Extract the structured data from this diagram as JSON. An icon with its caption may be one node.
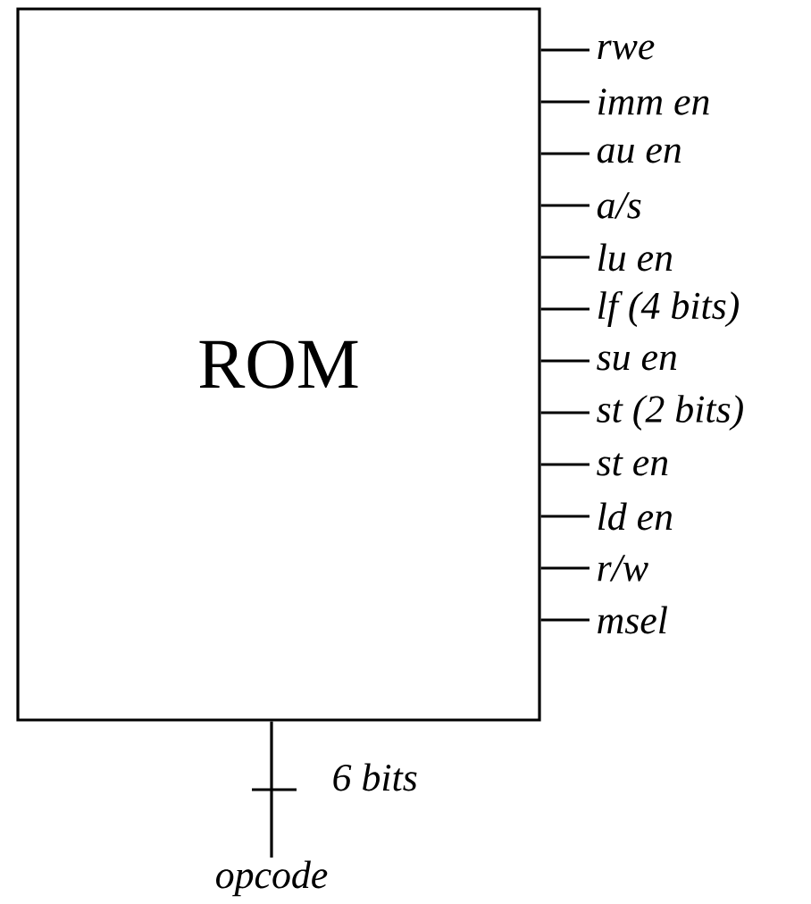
{
  "diagram": {
    "nodes": [
      {
        "text": [
          "ROM"
        ]
      },
      {
        "text": [
          "rwe"
        ]
      },
      {
        "text": [
          "imm en"
        ]
      },
      {
        "text": [
          "au en"
        ]
      },
      {
        "text": [
          "a/s"
        ]
      },
      {
        "text": [
          "lu en"
        ]
      },
      {
        "text": [
          "lf (4 bits)"
        ]
      },
      {
        "text": [
          "su en"
        ]
      },
      {
        "text": [
          "st (2 bits)"
        ]
      },
      {
        "text": [
          "st en"
        ]
      },
      {
        "text": [
          "ld en"
        ]
      },
      {
        "text": [
          "r/w"
        ]
      },
      {
        "text": [
          "msel"
        ]
      },
      {
        "text": [
          "opcode"
        ]
      }
    ],
    "edges": [
      {
        "from": 0,
        "to": 1,
        "arrow": "none"
      },
      {
        "from": 0,
        "to": 2,
        "arrow": "none"
      },
      {
        "from": 0,
        "to": 3,
        "arrow": "none"
      },
      {
        "from": 0,
        "to": 4,
        "arrow": "none"
      },
      {
        "from": 0,
        "to": 5,
        "arrow": "none"
      },
      {
        "from": 0,
        "to": 6,
        "arrow": "none"
      },
      {
        "from": 0,
        "to": 7,
        "arrow": "none"
      },
      {
        "from": 0,
        "to": 8,
        "arrow": "none"
      },
      {
        "from": 0,
        "to": 9,
        "arrow": "none"
      },
      {
        "from": 0,
        "to": 10,
        "arrow": "none"
      },
      {
        "from": 0,
        "to": 11,
        "arrow": "none"
      },
      {
        "from": 0,
        "to": 12,
        "arrow": "none"
      },
      {
        "from": 13,
        "to": 0,
        "arrow": "none",
        "label": "6 bits"
      }
    ]
  }
}
